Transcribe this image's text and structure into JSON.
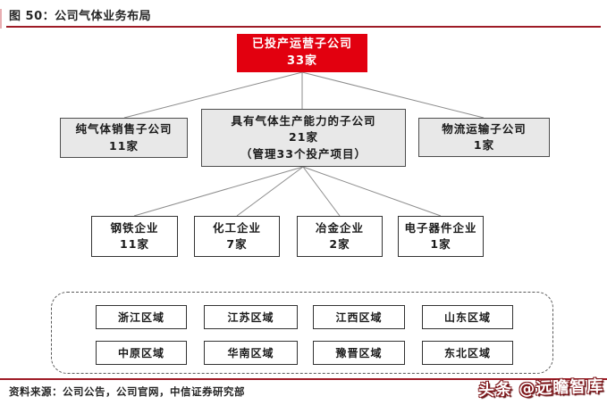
{
  "figure": {
    "title": "图 50：公司气体业务布局"
  },
  "tree": {
    "root": {
      "line1": "已投产运营子公司",
      "line2": "33家"
    },
    "level2": [
      {
        "line1": "纯气体销售子公司",
        "line2": "11家"
      },
      {
        "line1": "具有气体生产能力的子公司",
        "line2": "21家",
        "line3": "（管理33个投产项目）"
      },
      {
        "line1": "物流运输子公司",
        "line2": "1家"
      }
    ],
    "level3": [
      {
        "line1": "钢铁企业",
        "line2": "11家"
      },
      {
        "line1": "化工企业",
        "line2": "7家"
      },
      {
        "line1": "冶金企业",
        "line2": "2家"
      },
      {
        "line1": "电子器件企业",
        "line2": "1家"
      }
    ],
    "regions": [
      "浙江区域",
      "江苏区域",
      "江西区域",
      "山东区域",
      "中原区域",
      "华南区域",
      "豫晋区域",
      "东北区域"
    ]
  },
  "footer": {
    "source": "资料来源：公司公告，公司官网，中信证券研究部"
  },
  "watermark": {
    "text": "头条 @远瞻智库"
  },
  "colors": {
    "root_red": "#e2000f",
    "rule_red": "#9e1b26",
    "node_gray": "#e8e8e8"
  }
}
